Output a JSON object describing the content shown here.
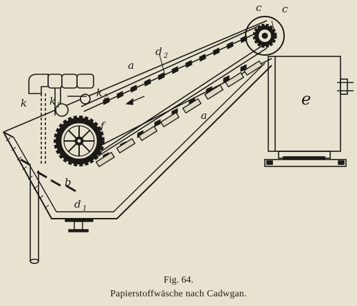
{
  "labels": {
    "a_upper": "a",
    "a_lower": "a",
    "b": "b",
    "c_left": "c",
    "c_right": "c",
    "d2": "d",
    "d2_sub": "2",
    "d1": "d",
    "d1_sub": "1",
    "e": "e",
    "f": "f",
    "k1": "k",
    "k1_sub": "1",
    "k2": "k",
    "k2_sub": "2",
    "k_left": "k"
  },
  "caption": {
    "figure_number": "Fig. 64.",
    "title": "Papierstoffwäsche nach Cadwgan."
  },
  "colors": {
    "ink": "#1c1a16",
    "paper": "#e8e2d1"
  }
}
